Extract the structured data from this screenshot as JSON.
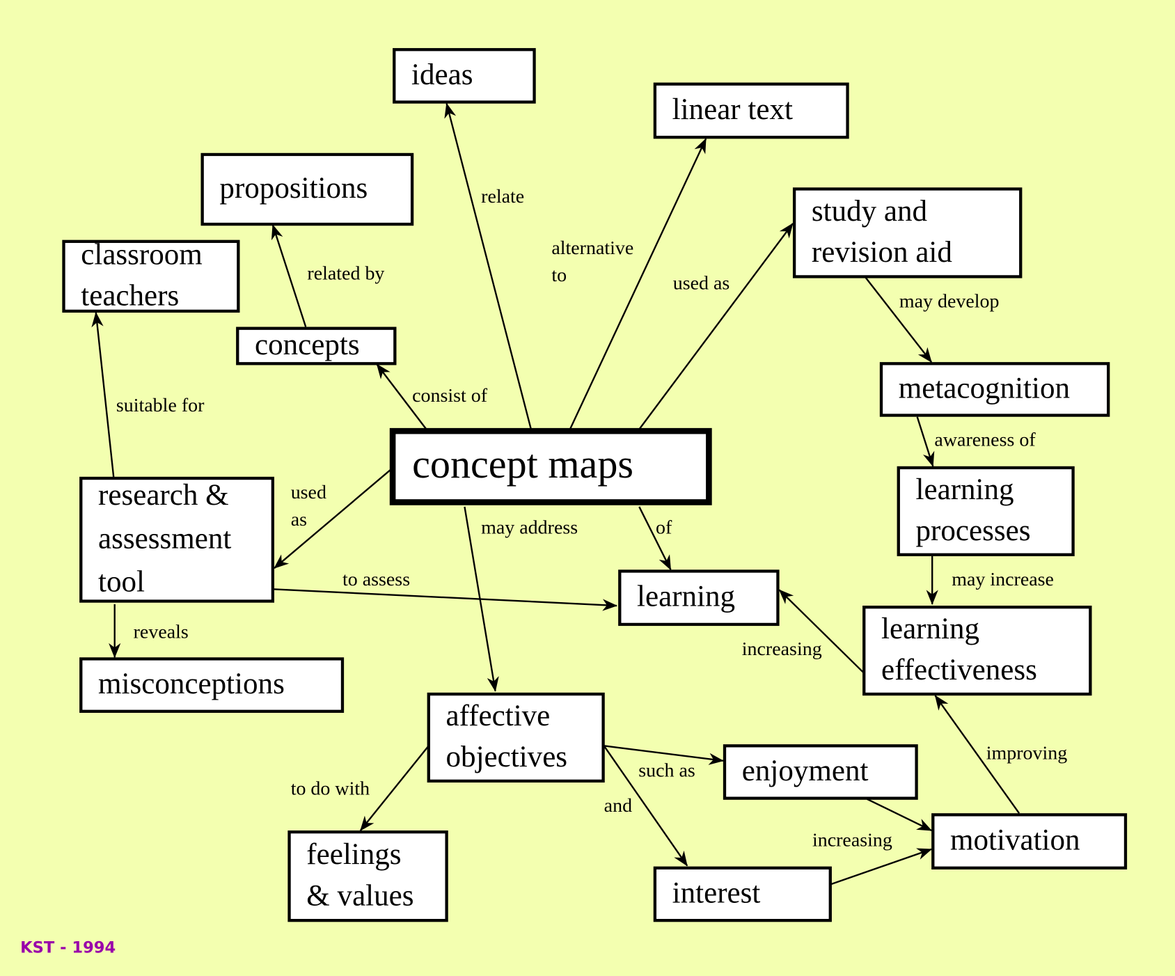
{
  "colors": {
    "background": "#f3ffb0",
    "credit": "#9900aa"
  },
  "credit": "KST - 1994",
  "nodes": [
    {
      "id": "ideas",
      "lines": [
        "ideas"
      ]
    },
    {
      "id": "linear_text",
      "lines": [
        "linear text"
      ]
    },
    {
      "id": "propositions",
      "lines": [
        "propositions"
      ]
    },
    {
      "id": "classroom_teachers",
      "lines": [
        "classroom",
        "teachers"
      ]
    },
    {
      "id": "study_aid",
      "lines": [
        "study and",
        "revision aid"
      ]
    },
    {
      "id": "concepts",
      "lines": [
        "concepts"
      ]
    },
    {
      "id": "metacognition",
      "lines": [
        "metacognition"
      ]
    },
    {
      "id": "concept_maps",
      "lines": [
        "concept maps"
      ]
    },
    {
      "id": "learning_processes",
      "lines": [
        "learning",
        "processes"
      ]
    },
    {
      "id": "research_tool",
      "lines": [
        "research &",
        "assessment",
        "tool"
      ]
    },
    {
      "id": "learning",
      "lines": [
        "learning"
      ]
    },
    {
      "id": "learning_effectiveness",
      "lines": [
        "learning",
        "effectiveness"
      ]
    },
    {
      "id": "misconceptions",
      "lines": [
        "misconceptions"
      ]
    },
    {
      "id": "affective_objectives",
      "lines": [
        "affective",
        "objectives"
      ]
    },
    {
      "id": "enjoyment",
      "lines": [
        "enjoyment"
      ]
    },
    {
      "id": "motivation",
      "lines": [
        "motivation"
      ]
    },
    {
      "id": "feelings_values",
      "lines": [
        "feelings",
        "& values"
      ]
    },
    {
      "id": "interest",
      "lines": [
        "interest"
      ]
    }
  ],
  "edges": [
    {
      "from": "concept_maps",
      "to": "ideas",
      "label": [
        "relate"
      ]
    },
    {
      "from": "concept_maps",
      "to": "linear_text",
      "label": [
        "alternative",
        "to"
      ]
    },
    {
      "from": "concept_maps",
      "to": "study_aid",
      "label": [
        "used as"
      ]
    },
    {
      "from": "concept_maps",
      "to": "concepts",
      "label": [
        "consist of"
      ]
    },
    {
      "from": "concepts",
      "to": "propositions",
      "label": [
        "related by"
      ]
    },
    {
      "from": "research_tool",
      "to": "classroom_teachers",
      "label": [
        "suitable for"
      ]
    },
    {
      "from": "concept_maps",
      "to": "research_tool",
      "label": [
        "used",
        "as"
      ]
    },
    {
      "from": "research_tool",
      "to": "learning",
      "label": [
        "to assess"
      ]
    },
    {
      "from": "research_tool",
      "to": "misconceptions",
      "label": [
        "reveals"
      ]
    },
    {
      "from": "concept_maps",
      "to": "affective_objectives",
      "label": [
        "may address"
      ]
    },
    {
      "from": "concept_maps",
      "to": "learning",
      "label": [
        "of"
      ]
    },
    {
      "from": "study_aid",
      "to": "metacognition",
      "label": [
        "may develop"
      ]
    },
    {
      "from": "metacognition",
      "to": "learning_processes",
      "label": [
        "awareness of"
      ]
    },
    {
      "from": "learning_processes",
      "to": "learning_effectiveness",
      "label": [
        "may increase"
      ]
    },
    {
      "from": "learning_effectiveness",
      "to": "learning",
      "label": [
        "increasing"
      ]
    },
    {
      "from": "motivation",
      "to": "learning_effectiveness",
      "label": [
        "improving"
      ]
    },
    {
      "from": "affective_objectives",
      "to": "enjoyment",
      "label": [
        "such as"
      ]
    },
    {
      "from": "affective_objectives",
      "to": "interest",
      "label": [
        "and"
      ]
    },
    {
      "from": "affective_objectives",
      "to": "feelings_values",
      "label": [
        "to do with"
      ]
    },
    {
      "from": "enjoyment",
      "to": "motivation",
      "label": []
    },
    {
      "from": "interest",
      "to": "motivation",
      "label": [
        "increasing"
      ]
    }
  ]
}
